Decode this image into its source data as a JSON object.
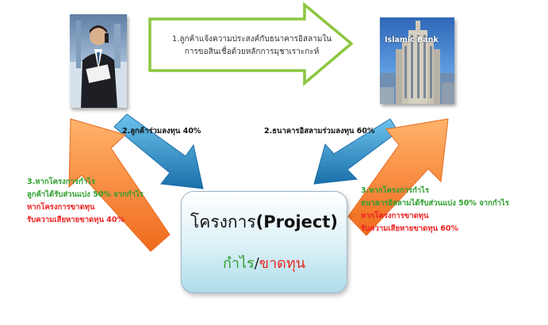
{
  "client_photo": {
    "description_icon": "businessman-on-phone"
  },
  "bank_photo": {
    "label": "Islamic Bank"
  },
  "step1": {
    "line1": "1.ลูกค้าแจ้งความประสงค์กับธนาคารอิสลามใน",
    "line2": "การขอสินเชื่อด้วยหลักการมุชาเราะกะห์"
  },
  "step2_client": "2.ลูกค้าร่วมลงทุน 40%",
  "step2_bank": "2.ธนาคารอิสลามร่วมลงทุน 60%",
  "step3_client": {
    "line1": "3.หากโครงการกำไร",
    "line2": "ลูกค้าได้รับส่วนแบ่ง 50% จากกำไร",
    "line3": "หากโครงการขาดทุน",
    "line4": "รับความเสียหายขาดทุน 40%"
  },
  "step3_bank": {
    "line1": "3.หากโครงการกำไร",
    "line2": "ธนาคารอิสลามได้รับส่วนแบ่ง 50% จากกำไร",
    "line3": "หากโครงการขาดทุน",
    "line4": "รับความเสียหายขาดทุน 60%"
  },
  "project": {
    "title_thai": "โครงการ",
    "title_en": "(Project)",
    "profit": "กำไร",
    "separator": "/",
    "loss": "ขาดทุน"
  },
  "colors": {
    "green_arrow_outline": "#8cc63f",
    "blue_arrow": "#2e8fc4",
    "orange_arrow": "#f7893a",
    "profit_text": "#2e9f2e",
    "loss_text": "#ee2222"
  }
}
